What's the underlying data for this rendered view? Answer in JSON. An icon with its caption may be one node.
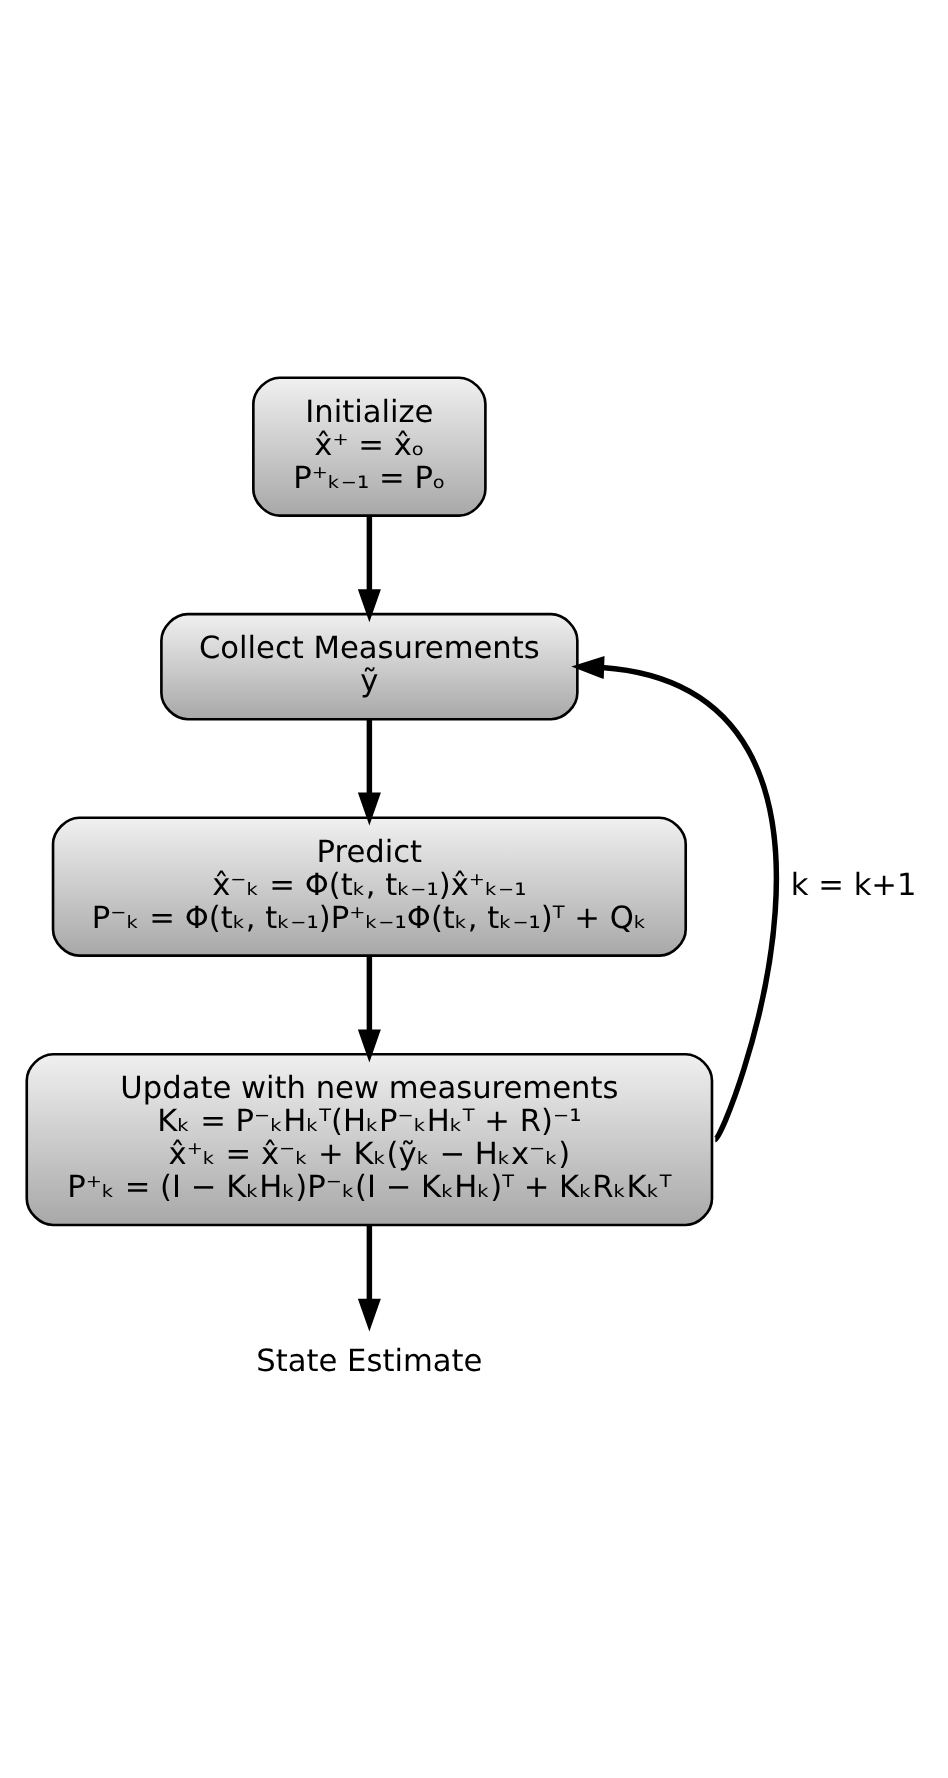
{
  "diagram": {
    "nodes": [
      {
        "text": [
          "Initialize",
          "x̂⁺ = x̂ₒ",
          "P⁺ₖ₋₁ = Pₒ"
        ]
      },
      {
        "text": [
          "Collect Measurements",
          "ỹ"
        ]
      },
      {
        "text": [
          "Predict",
          "x̂⁻ₖ = Φ(tₖ, tₖ₋₁)x̂⁺ₖ₋₁",
          "P⁻ₖ = Φ(tₖ, tₖ₋₁)P⁺ₖ₋₁Φ(tₖ, tₖ₋₁)ᵀ + Qₖ"
        ]
      },
      {
        "text": [
          "Update with new measurements",
          "Kₖ = P⁻ₖHₖᵀ(HₖP⁻ₖHₖᵀ + R)⁻¹",
          "x̂⁺ₖ = x̂⁻ₖ + Kₖ(ỹₖ − Hₖx⁻ₖ)",
          "P⁺ₖ = (I − KₖHₖ)P⁻ₖ(I − KₖHₖ)ᵀ + KₖRₖKₖᵀ"
        ]
      },
      {
        "text": [
          "State Estimate"
        ]
      }
    ],
    "edges": [
      {
        "from": 0,
        "to": 1,
        "arrow": "to"
      },
      {
        "from": 1,
        "to": 2,
        "arrow": "to"
      },
      {
        "from": 2,
        "to": 3,
        "arrow": "to"
      },
      {
        "from": 3,
        "to": 1,
        "arrow": "to",
        "label": "k = k+1"
      },
      {
        "from": 3,
        "to": 4,
        "arrow": "to"
      }
    ]
  }
}
